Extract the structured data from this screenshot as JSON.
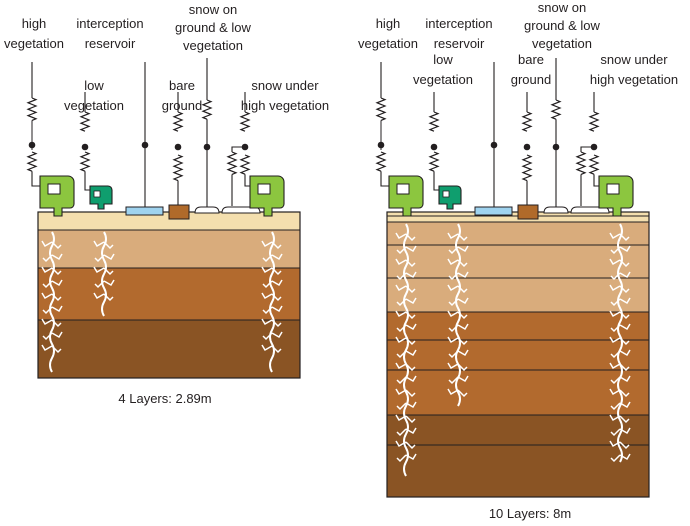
{
  "colors": {
    "high_vegetation": "#8cc63f",
    "low_vegetation": "#0f9e6e",
    "interception_reservoir": "#9fd3ef",
    "bare_ground": "#b06a2a",
    "snow": "#ffffff",
    "soil_top": "#f4dfae",
    "soil_tan": "#d9ac7c",
    "soil_mid": "#b26a2e",
    "soil_dark": "#8a5424",
    "outline": "#231f20"
  },
  "panels": [
    {
      "caption": "4 Layers: 2.89m",
      "labels": {
        "high_vegetation": [
          "high",
          "vegetation"
        ],
        "low_vegetation": [
          "low",
          "vegetation"
        ],
        "interception_reservoir": [
          "interception",
          "reservoir"
        ],
        "bare_ground": [
          "bare",
          "ground"
        ],
        "snow_low": [
          "snow on",
          "ground & low",
          "vegetation"
        ],
        "snow_high": [
          "snow under",
          "high vegetation"
        ]
      }
    },
    {
      "caption": "10 Layers: 8m",
      "labels": {
        "high_vegetation": [
          "high",
          "vegetation"
        ],
        "low_vegetation": [
          "low",
          "vegetation"
        ],
        "interception_reservoir": [
          "interception",
          "reservoir"
        ],
        "bare_ground": [
          "bare",
          "ground"
        ],
        "snow_low": [
          "snow on",
          "ground & low",
          "vegetation"
        ],
        "snow_high": [
          "snow under",
          "high vegetation"
        ]
      }
    }
  ]
}
